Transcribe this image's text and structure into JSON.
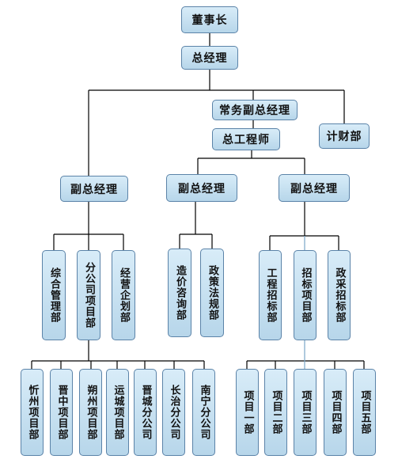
{
  "nodes": {
    "chairman": "董事长",
    "general_manager": "总经理",
    "exec_deputy_gm": "常务副总经理",
    "chief_engineer": "总工程师",
    "finance_dept": "计财部",
    "deputy_gm_left": "副总经理",
    "deputy_gm_mid": "副总经理",
    "deputy_gm_right": "副总经理",
    "general_mgmt_dept": "综合管理部",
    "branch_project_dept": "分公司项目部",
    "operations_planning_dept": "经营企划部",
    "cost_consulting_dept": "造价咨询部",
    "policy_regulation_dept": "政策法规部",
    "engineering_tender_dept": "工程招标部",
    "tender_project_dept": "招标项目部",
    "gov_procurement_tender_dept": "政采招标部",
    "xinzhou_project_dept": "忻州项目部",
    "jinzhong_project_dept": "晋中项目部",
    "shuozhou_project_dept": "朔州项目部",
    "yuncheng_project_dept": "运城项目部",
    "jincheng_branch": "晋城分公司",
    "changzhi_branch": "长治分公司",
    "nanning_branch": "南宁分公司",
    "project_dept_1": "项目一部",
    "project_dept_2": "项目二部",
    "project_dept_3": "项目三部",
    "project_dept_4": "项目四部",
    "project_dept_5": "项目五部"
  },
  "colors": {
    "box_fill": "#c6e0f1",
    "box_border": "#5b83a8",
    "line": "#000000",
    "line_highlight": "#7aa7c7"
  }
}
